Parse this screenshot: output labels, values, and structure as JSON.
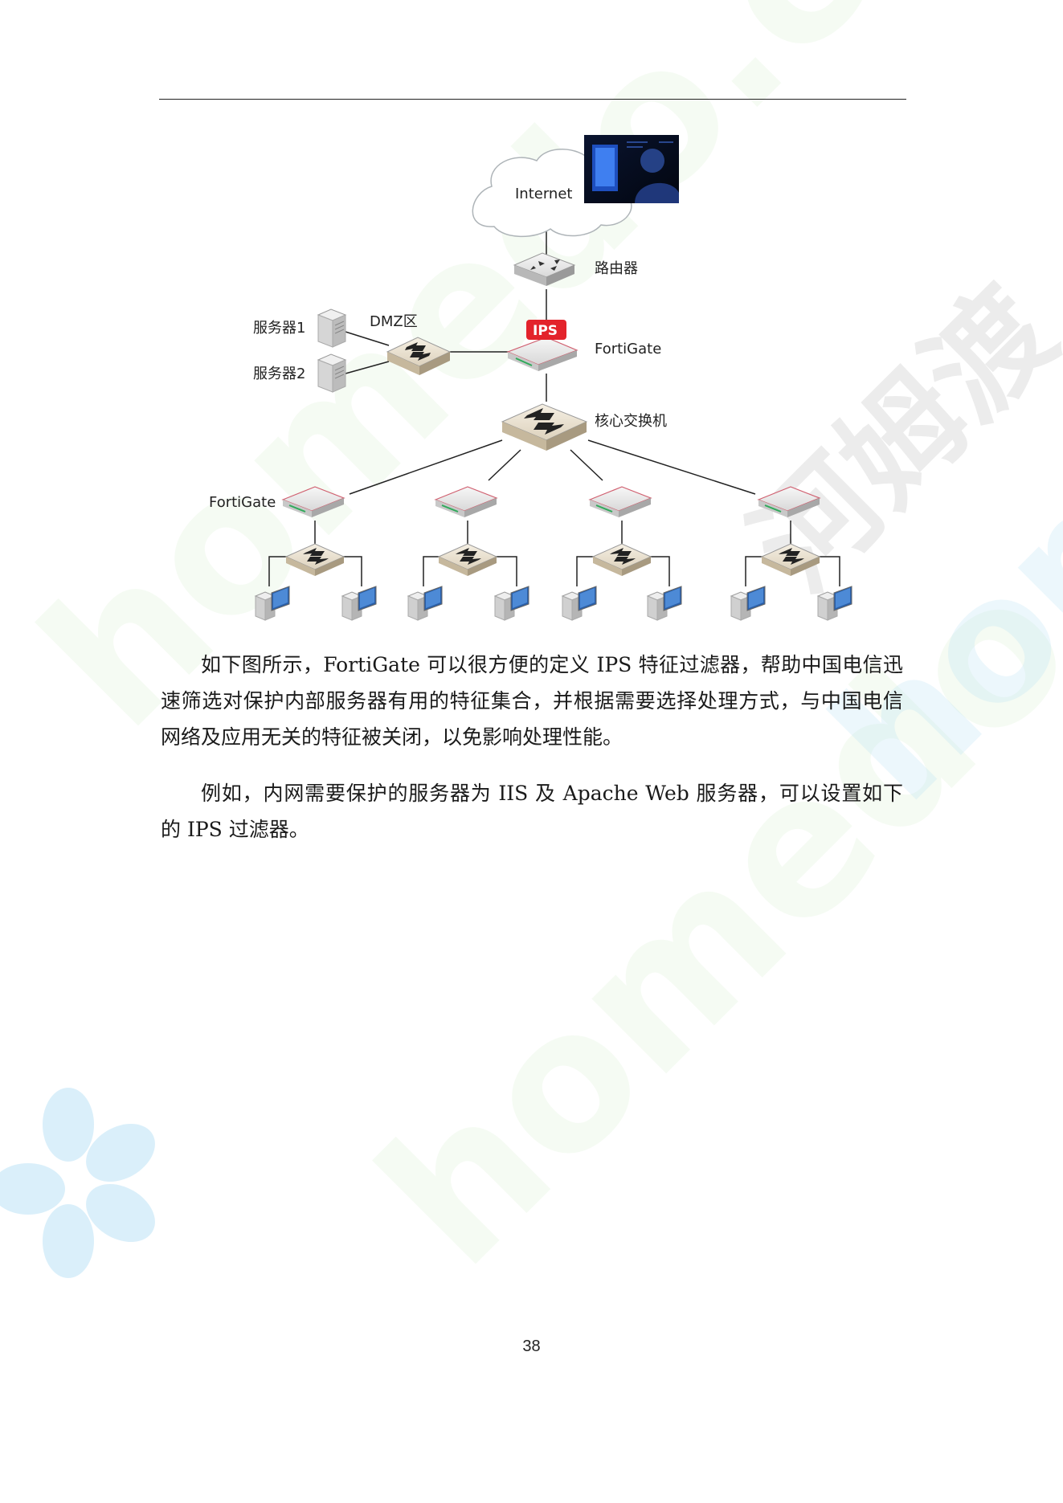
{
  "diagram": {
    "internet": "Internet",
    "router": "路由器",
    "dmz": "DMZ区",
    "server1": "服务器1",
    "server2": "服务器2",
    "ips_badge": "IPS",
    "fortigate_main": "FortiGate",
    "core_switch": "核心交换机",
    "fortigate_branch": "FortiGate"
  },
  "paragraphs": [
    "如下图所示，FortiGate 可以很方便的定义 IPS 特征过滤器，帮助中国电信迅速筛选对保护内部服务器有用的特征集合，并根据需要选择处理方式，与中国电信网络及应用无关的特征被关闭，以免影响处理性能。",
    "例如，内网需要保护的服务器为 IIS 及 Apache Web 服务器，可以设置如下的 IPS 过滤器。"
  ],
  "page_number": "38",
  "watermark": {
    "latin": "homedo.com",
    "chinese": "河姆渡"
  }
}
